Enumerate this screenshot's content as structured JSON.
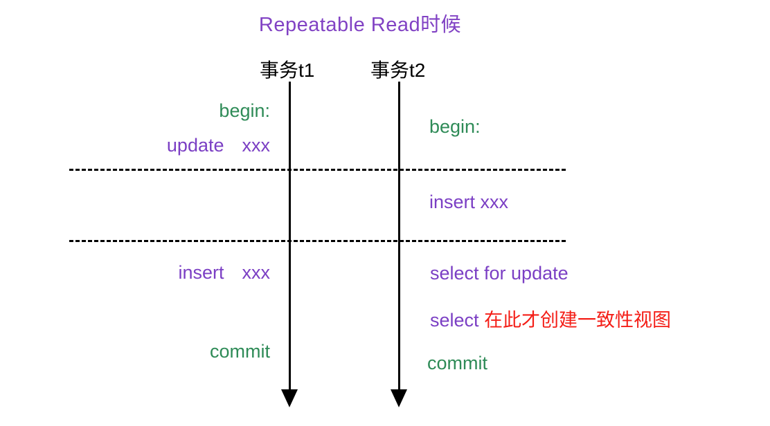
{
  "diagram": {
    "title": "Repeatable Read时候",
    "colors": {
      "title": "#8142c4",
      "keyword_green": "#2e8b57",
      "statement_purple": "#7b3fc4",
      "annotation_red": "#f41e17",
      "axis_black": "#000000"
    },
    "columns": [
      {
        "header": "事务t1"
      },
      {
        "header": "事务t2"
      }
    ],
    "left_events": {
      "begin": "begin:",
      "update_cmd": "update",
      "update_arg": "xxx",
      "insert_cmd": "insert",
      "insert_arg": "xxx",
      "commit": "commit"
    },
    "right_events": {
      "begin": "begin:",
      "insert": "insert xxx",
      "select_for_update": "select for update",
      "select_cmd": "select",
      "select_note": "在此才创建一致性视图",
      "commit": "commit"
    }
  }
}
